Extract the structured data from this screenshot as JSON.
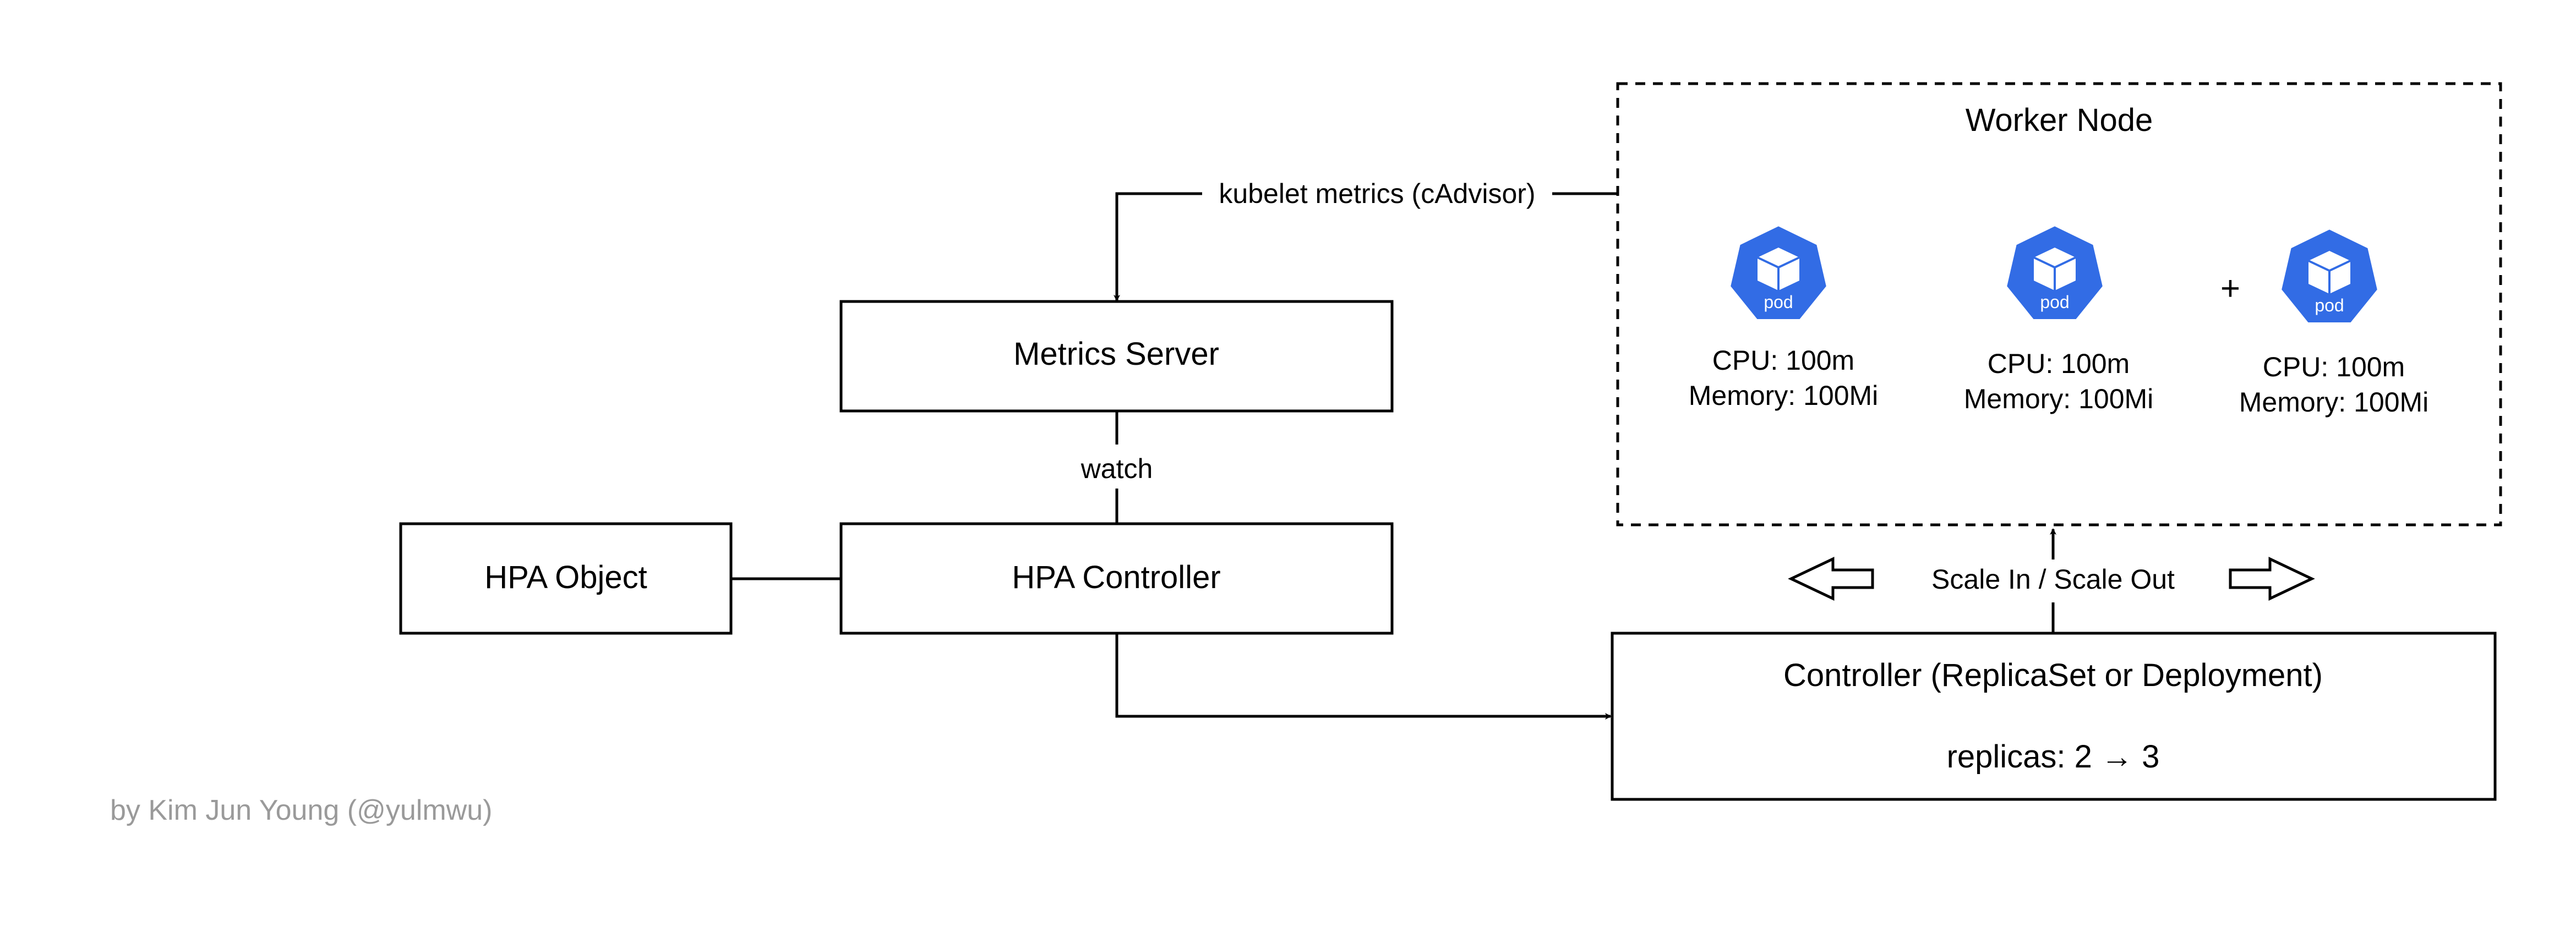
{
  "worker_node": {
    "title": "Worker Node",
    "pods": [
      {
        "icon_text": "pod",
        "cpu": "CPU: 100m",
        "memory": "Memory: 100Mi",
        "marker": ""
      },
      {
        "icon_text": "pod",
        "cpu": "CPU: 100m",
        "memory": "Memory: 100Mi",
        "marker": ""
      },
      {
        "icon_text": "pod",
        "cpu": "CPU: 100m",
        "memory": "Memory: 100Mi",
        "marker": "+"
      }
    ]
  },
  "edges": {
    "kubelet_metrics": "kubelet metrics (cAdvisor)",
    "watch": "watch",
    "scale": "Scale In / Scale Out"
  },
  "boxes": {
    "metrics_server": "Metrics Server",
    "hpa_object": "HPA Object",
    "hpa_controller": "HPA Controller",
    "controller_title": "Controller (ReplicaSet or Deployment)",
    "replicas": "replicas: 2 → 3"
  },
  "credit": "by Kim Jun Young (@yulmwu)",
  "colors": {
    "pod_blue": "#326CE5",
    "line": "#000000",
    "credit_gray": "#9a9a9a"
  }
}
